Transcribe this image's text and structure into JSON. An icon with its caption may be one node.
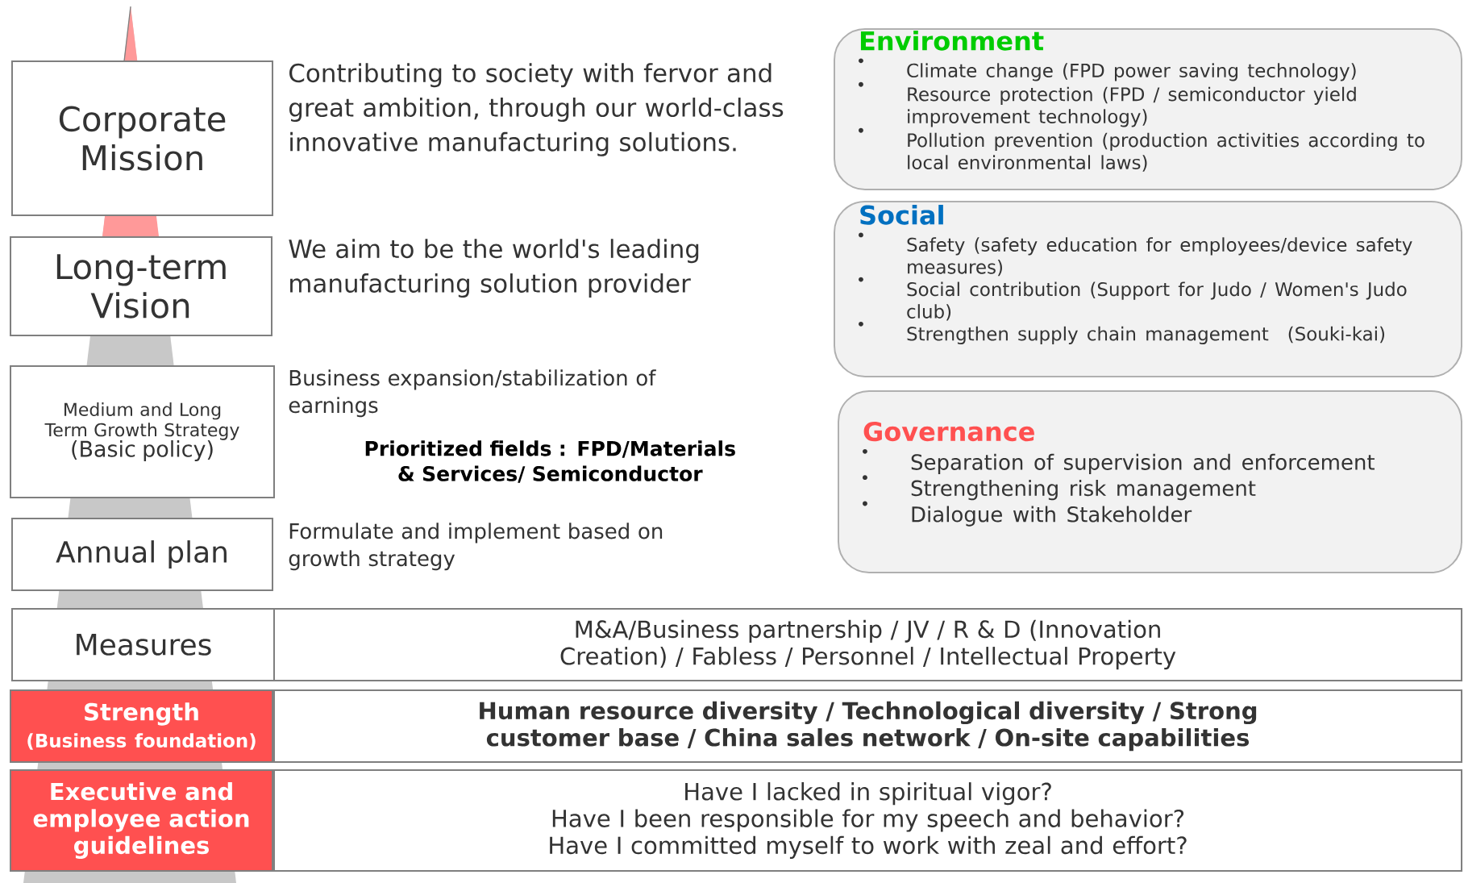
{
  "diagram": {
    "nodes": [
      {
        "text": [
          "Corporate Mission"
        ],
        "beside": [
          "Contributing to society with fervor and great ambition, through our world-class innovative manufacturing solutions."
        ]
      },
      {
        "text": [
          "Long-term Vision"
        ],
        "beside": [
          "We aim to be the world's leading manufacturing solution provider"
        ]
      },
      {
        "text": [
          "Medium and Long Term Growth Strategy",
          "(Basic policy)"
        ],
        "beside": [
          "Business expansion/stabilization of earnings",
          "Prioritized fields : FPD/Materials & Services/ Semiconductor"
        ]
      },
      {
        "text": [
          "Annual plan"
        ],
        "beside": [
          "Formulate and implement based on growth strategy"
        ]
      },
      {
        "text": [
          "Environment",
          "Climate change (FPD power saving technology)",
          "Resource protection (FPD / semiconductor yield improvement technology)",
          "Pollution prevention (production activities according to local environmental laws)"
        ]
      },
      {
        "text": [
          "Social",
          "Safety (safety education for employees/device safety measures)",
          "Social contribution (Support for Judo / Women's Judo club)",
          "Strengthen supply chain management　(Souki-kai)"
        ]
      },
      {
        "text": [
          "Governance",
          "Separation of supervision and enforcement",
          "Strengthening risk management",
          "Dialogue with Stakeholder"
        ]
      },
      {
        "text": [
          "Measures"
        ]
      },
      {
        "text": [
          "M&A/Business partnership / JV / R & D (Innovation Creation) / Fabless / Personnel / Intellectual Property"
        ]
      },
      {
        "text": [
          "Strength",
          "(Business foundation)"
        ]
      },
      {
        "text": [
          "Human resource diversity / Technological diversity / Strong customer base / China sales network / On-site capabilities"
        ]
      },
      {
        "text": [
          "Executive and employee action guidelines"
        ]
      },
      {
        "text": [
          "Have I lacked in spiritual vigor?",
          "Have I been responsible for my speech and behavior?",
          "Have I committed myself to work with zeal and effort?"
        ]
      }
    ]
  }
}
